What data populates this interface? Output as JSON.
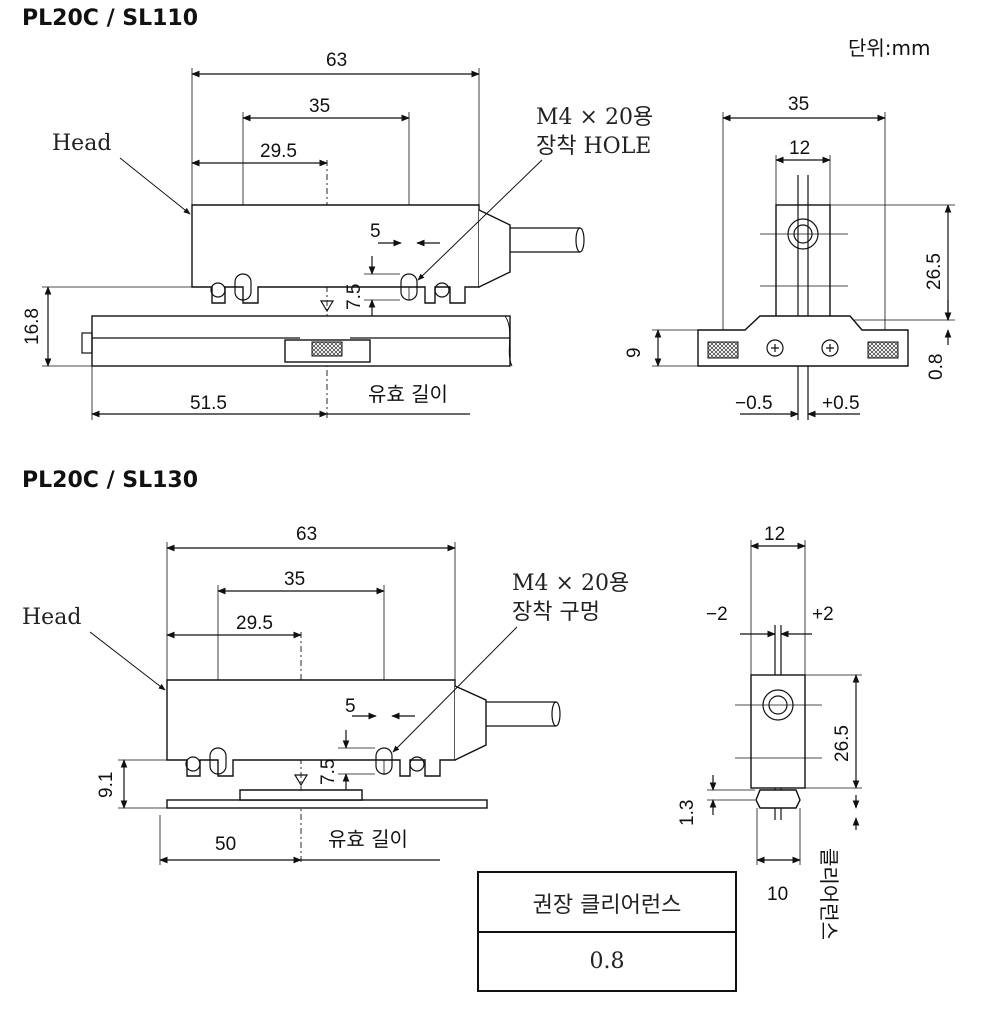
{
  "unit_label": "단위:mm",
  "sl110": {
    "title": "PL20C / SL110",
    "head_label": "Head",
    "mount_note_1": "M4 × 20용",
    "mount_note_2": "장착 HOLE",
    "dim_63": "63",
    "dim_35": "35",
    "dim_29_5": "29.5",
    "dim_5": "5",
    "dim_7_5": "7.5",
    "dim_16_8": "16.8",
    "dim_51_5": "51.5",
    "effective_length": "유효 길이",
    "side_35": "35",
    "side_12": "12",
    "side_26_5": "26.5",
    "side_9": "9",
    "side_0_8": "0.8",
    "side_minus": "−0.5",
    "side_plus": "+0.5"
  },
  "sl130": {
    "title": "PL20C / SL130",
    "head_label": "Head",
    "mount_note_1": "M4 × 20용",
    "mount_note_2": "장착 구멍",
    "dim_63": "63",
    "dim_35": "35",
    "dim_29_5": "29.5",
    "dim_5": "5",
    "dim_7_5": "7.5",
    "dim_9_1": "9.1",
    "dim_50": "50",
    "effective_length": "유효 길이",
    "side_12": "12",
    "side_minus": "−2",
    "side_plus": "+2",
    "side_26_5": "26.5",
    "side_1_3": "1.3",
    "side_10": "10",
    "clearance_vertical": "클리어런스"
  },
  "clearance_table": {
    "header": "권장 클리어런스",
    "value": "0.8"
  }
}
